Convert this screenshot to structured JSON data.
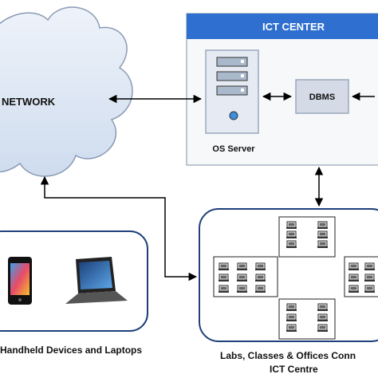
{
  "network": {
    "label": "NETWORK"
  },
  "ict_center": {
    "title": "ICT CENTER",
    "server_label": "OS Server",
    "dbms_label": "DBMS"
  },
  "devices": {
    "caption": "Handheld Devices and Laptops"
  },
  "labs": {
    "caption_line1": "Labs, Classes & Offices Conn",
    "caption_line2": "ICT Centre",
    "groups": [
      "top",
      "left",
      "right",
      "bottom"
    ]
  },
  "colors": {
    "header_blue": "#2e6fd0",
    "cloud_fill": "#dfe8f5",
    "cloud_stroke": "#8a9bb5",
    "server_fill": "#e6ebf3",
    "dbms_fill": "#d4dbe6",
    "arrow": "#000000"
  }
}
